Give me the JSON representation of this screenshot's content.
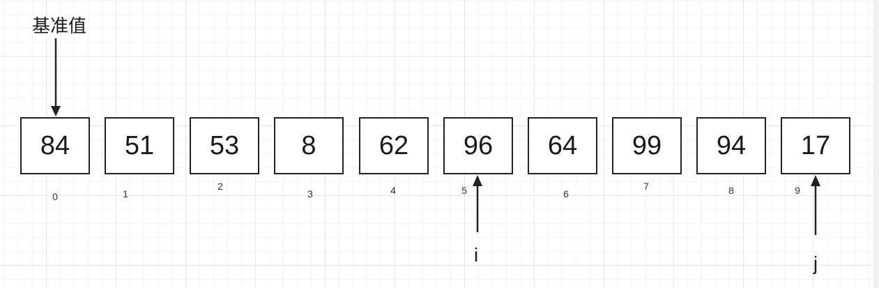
{
  "pivot_label": "基准值",
  "array": {
    "values": [
      "84",
      "51",
      "53",
      "8",
      "62",
      "96",
      "64",
      "99",
      "94",
      "17"
    ],
    "indices": [
      "0",
      "1",
      "2",
      "3",
      "4",
      "5",
      "6",
      "7",
      "8",
      "9"
    ]
  },
  "pointers": {
    "i": {
      "label": "i",
      "index": 5
    },
    "j": {
      "label": "j",
      "index": 9
    }
  },
  "pivot_index": 0,
  "colors": {
    "stroke": "#222222",
    "text": "#1a1a1a",
    "grid": "#e6e6e6"
  }
}
